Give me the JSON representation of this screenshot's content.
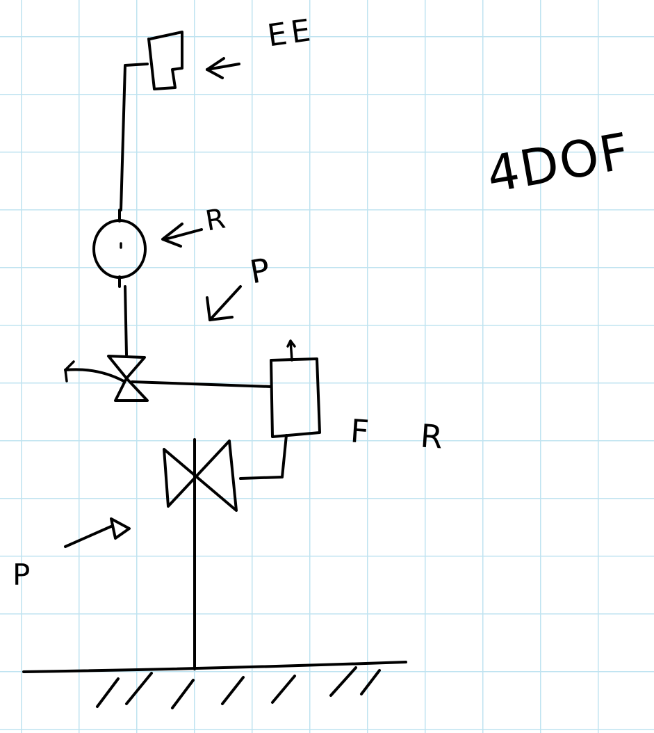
{
  "labels": {
    "end_effector": "EE",
    "revolute_joint": "R",
    "prismatic_upper": "P",
    "fixed_revolute": "F R",
    "prismatic_base": "P",
    "dof": "4DOF"
  },
  "colors": {
    "ink": "#000000",
    "grid": "#bfe3f0",
    "paper": "#ffffff"
  }
}
